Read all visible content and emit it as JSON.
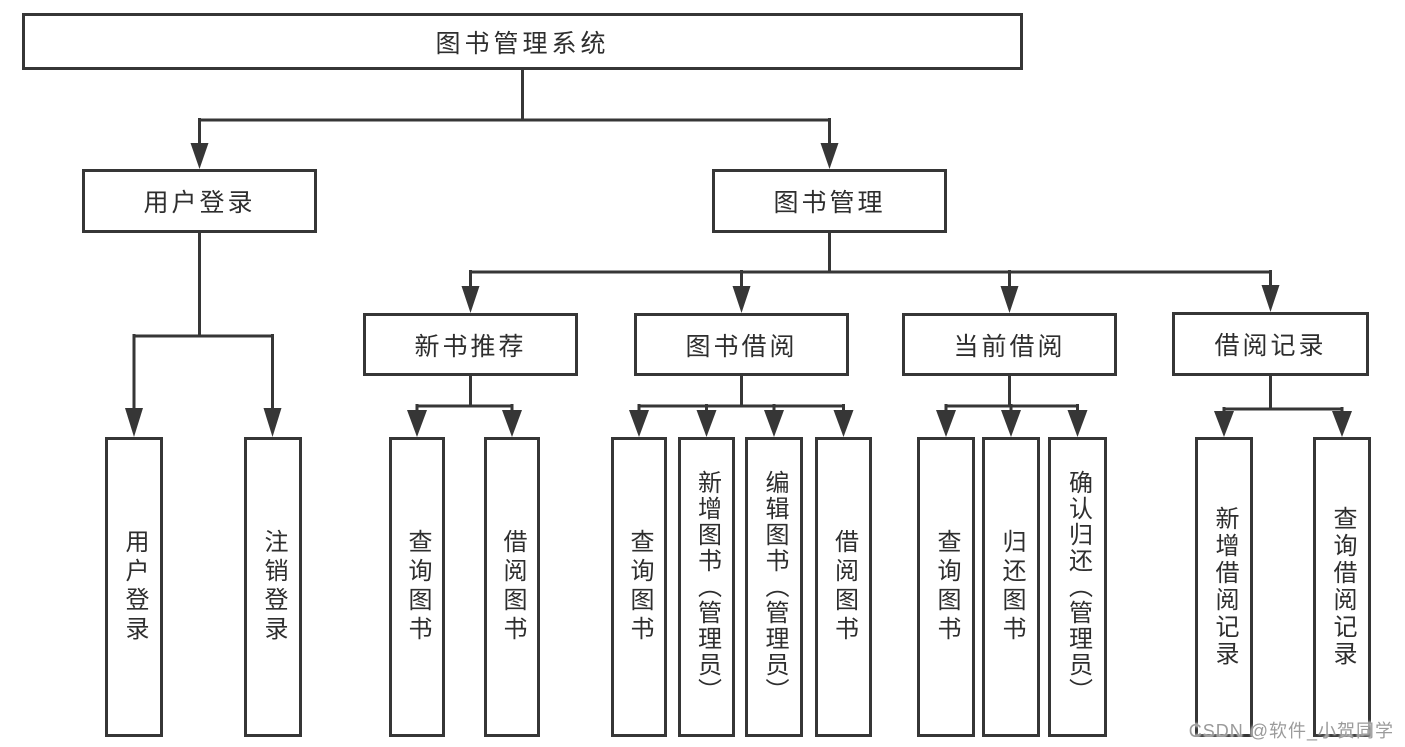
{
  "diagram": {
    "root": {
      "label": "图书管理系统"
    },
    "branches": [
      {
        "label": "用户登录",
        "children": [
          {
            "label": "用户登录"
          },
          {
            "label": "注销登录"
          }
        ]
      },
      {
        "label": "图书管理",
        "children": [
          {
            "label": "新书推荐",
            "children": [
              {
                "label": "查询图书"
              },
              {
                "label": "借阅图书"
              }
            ]
          },
          {
            "label": "图书借阅",
            "children": [
              {
                "label": "查询图书"
              },
              {
                "label": "新增图书（管理员）"
              },
              {
                "label": "编辑图书（管理员）"
              },
              {
                "label": "借阅图书"
              }
            ]
          },
          {
            "label": "当前借阅",
            "children": [
              {
                "label": "查询图书"
              },
              {
                "label": "归还图书"
              },
              {
                "label": "确认归还（管理员）"
              }
            ]
          },
          {
            "label": "借阅记录",
            "children": [
              {
                "label": "新增借阅记录"
              },
              {
                "label": "查询借阅记录"
              }
            ]
          }
        ]
      }
    ]
  },
  "watermark": {
    "text": "CSDN @软件_小贺同学"
  },
  "colors": {
    "line": "#363636",
    "box_border": "#363636",
    "box_fill": "#ffffff",
    "text": "#2e2e2e",
    "watermark": "#9b9b9b",
    "background": "#ffffff"
  }
}
